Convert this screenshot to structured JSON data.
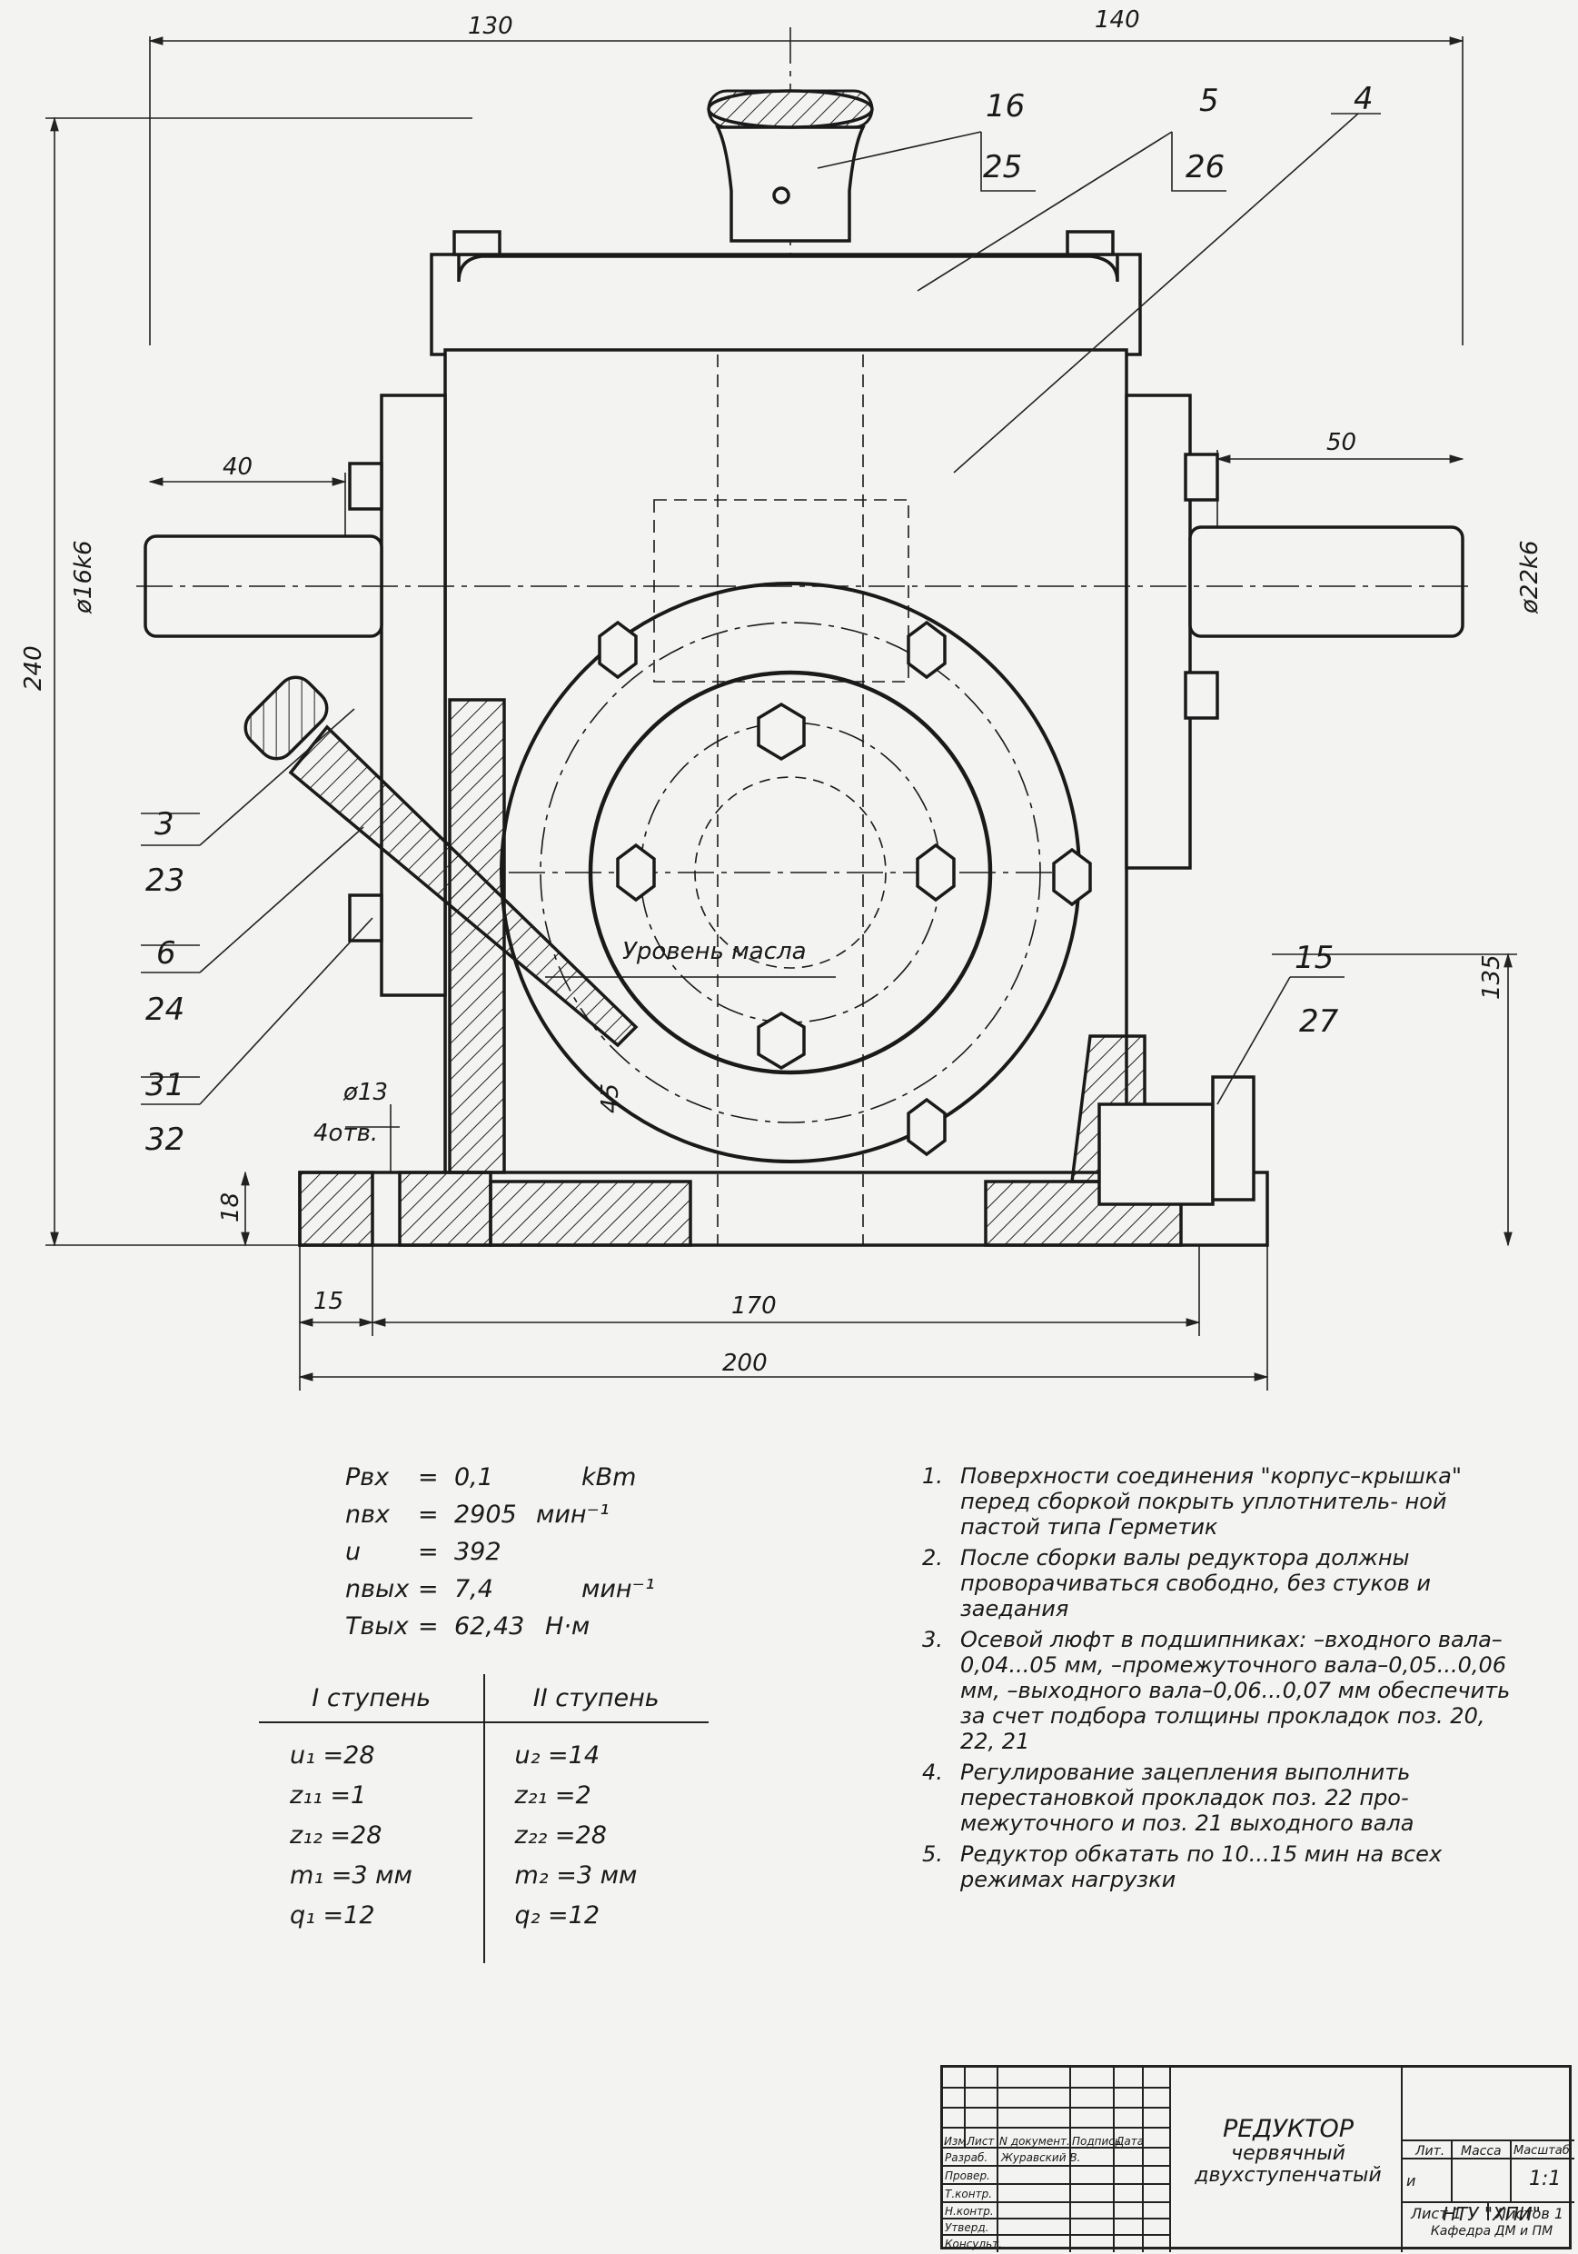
{
  "drawing": {
    "dimensions": {
      "top_left": "130",
      "top_right": "140",
      "height_total": "240",
      "left_shaft_len": "40",
      "right_shaft_len": "50",
      "left_shaft_dia": "ø16k6",
      "right_shaft_dia": "ø22k6",
      "oil_height": "45",
      "base_height": "18",
      "right_height": "135",
      "hole_dia": "ø13",
      "hole_count": "4отв.",
      "edge_offset": "15",
      "hole_spacing": "170",
      "overall_width": "200"
    },
    "oil_level_label": "Уровень масла",
    "positions": [
      {
        "top": "16",
        "bottom": "25"
      },
      {
        "top": "5",
        "bottom": "26"
      },
      {
        "top": "4",
        "bottom": ""
      },
      {
        "top": "3",
        "bottom": "23"
      },
      {
        "top": "6",
        "bottom": "24"
      },
      {
        "top": "31",
        "bottom": "32"
      },
      {
        "top": "15",
        "bottom": "27"
      }
    ]
  },
  "parameters": [
    {
      "symbol": "Pвх",
      "value": "0,1",
      "unit": "kBm"
    },
    {
      "symbol": "nвх",
      "value": "2905",
      "unit": "мин⁻¹"
    },
    {
      "symbol": "u",
      "value": "392",
      "unit": ""
    },
    {
      "symbol": "nвых",
      "value": "7,4",
      "unit": "мин⁻¹"
    },
    {
      "symbol": "Tвых",
      "value": "62,43",
      "unit": "Н·м"
    }
  ],
  "stages": {
    "headers": [
      "I ступень",
      "II ступень"
    ],
    "stage1": [
      "u₁ =28",
      "z₁₁ =1",
      "z₁₂ =28",
      "m₁ =3 мм",
      "q₁ =12"
    ],
    "stage2": [
      "u₂ =14",
      "z₂₁ =2",
      "z₂₂ =28",
      "m₂ =3 мм",
      "q₂ =12"
    ]
  },
  "notes": [
    {
      "num": "1.",
      "text": "Поверхности соединения \"корпус–крышка\" перед сборкой покрыть уплотнитель- ной пастой типа Герметик"
    },
    {
      "num": "2.",
      "text": "После сборки валы редуктора должны проворачиваться свободно, без стуков и заедания"
    },
    {
      "num": "3.",
      "text": "Осевой люфт в подшипниках: –входного вала–0,04...05 мм, –промежуточного вала–0,05...0,06 мм, –выходного вала–0,06...0,07 мм обеспечить за счет подбора толщины прокладок поз. 20, 22, 21"
    },
    {
      "num": "4.",
      "text": "Регулирование зацепления выполнить перестановкой прокладок поз. 22 про- межуточного и поз. 21 выходного вала"
    },
    {
      "num": "5.",
      "text": "Редуктор обкатать по 10...15 мин на всех режимах нагрузки"
    }
  ],
  "title_block": {
    "title": "РЕДУКТОР",
    "subtitle1": "червячный",
    "subtitle2": "двухступенчатый",
    "col_heads": [
      "Изм",
      "Лист",
      "N документ.",
      "Подпись",
      "Дата"
    ],
    "rows": [
      "Разраб.",
      "Провер.",
      "Т.контр.",
      "Н.контр.",
      "Утверд.",
      "Консульт."
    ],
    "developer": "Журавский В.",
    "lit": "Лит.",
    "mass": "Масса",
    "scale_head": "Масштаб",
    "letter": "и",
    "scale": "1:1",
    "sheet": "Лист 1",
    "sheets": "Листов 1",
    "org1": "НТУ \"ХПИ\"",
    "org2": "Кафедра ДМ и ПМ"
  }
}
